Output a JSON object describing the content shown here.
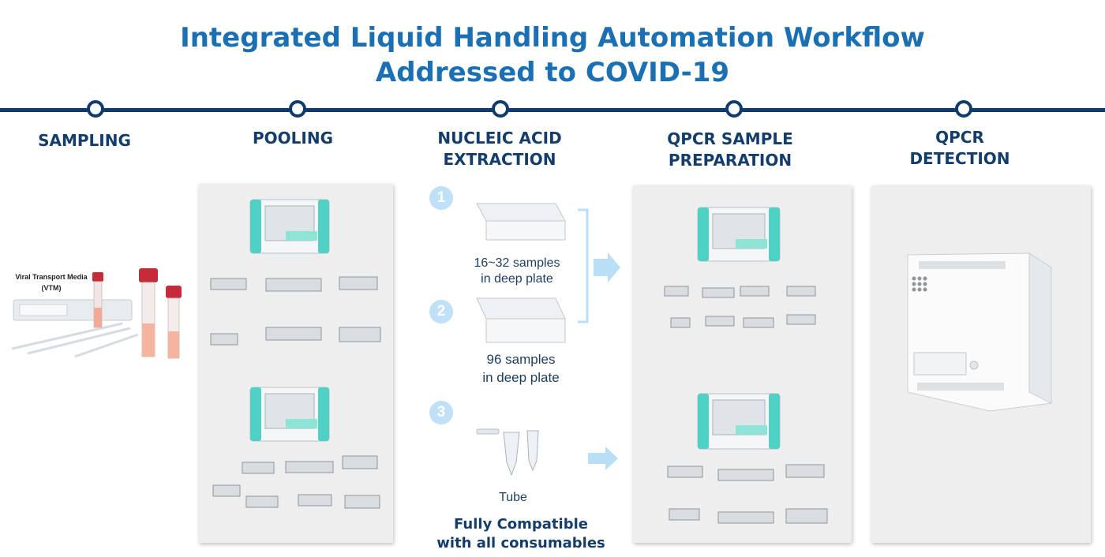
{
  "title": {
    "line1": "Integrated Liquid Handling Automation Workflow",
    "line2": "Addressed to COVID-19"
  },
  "stages": [
    {
      "label": "SAMPLING"
    },
    {
      "label": "POOLING"
    },
    {
      "label1": "NUCLEIC ACID",
      "label2": "EXTRACTION"
    },
    {
      "label1": "QPCR SAMPLE",
      "label2": "PREPARATION"
    },
    {
      "label1": "QPCR",
      "label2": "DETECTION"
    }
  ],
  "sampling": {
    "vtm_line1": "Viral Transport Media",
    "vtm_line2": "(VTM)"
  },
  "extraction": {
    "options": [
      {
        "number": "1",
        "line1": "16~32 samples",
        "line2": "in deep plate"
      },
      {
        "number": "2",
        "line1": "96 samples",
        "line2": "in deep plate"
      },
      {
        "number": "3",
        "line1": "Tube",
        "line2": ""
      }
    ],
    "note_line1": "Fully Compatible",
    "note_line2": "with all consumables"
  },
  "colors": {
    "title": "#1b6fb3",
    "timeline": "#0f3b6e",
    "stage_text": "#143d6b",
    "accent_teal": "#4fd1c5",
    "arrow": "#b8dff5"
  }
}
